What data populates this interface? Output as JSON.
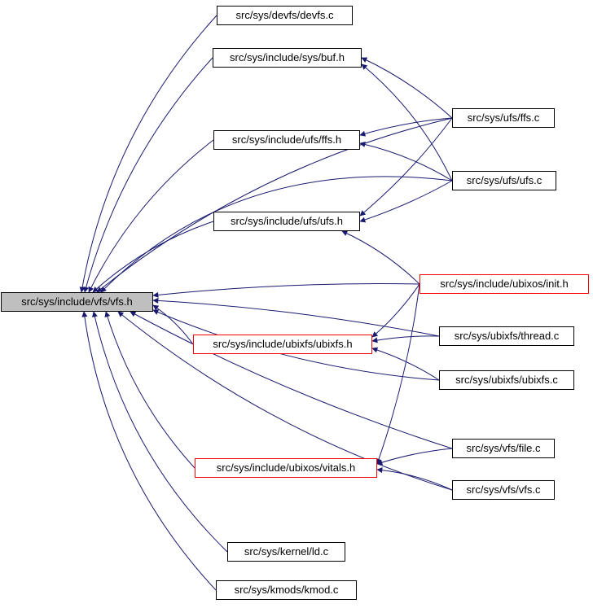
{
  "colors": {
    "background": "#ffffff",
    "edge": "#191970",
    "node_border": "#000000",
    "node_border_highlight": "#ff0000",
    "node_fill": "#ffffff",
    "main_node_fill": "#bfbfbf"
  },
  "nodes": {
    "devfs": {
      "label": "src/sys/devfs/devfs.c"
    },
    "bufh": {
      "label": "src/sys/include/sys/buf.h"
    },
    "ffsc": {
      "label": "src/sys/ufs/ffs.c"
    },
    "ffsh": {
      "label": "src/sys/include/ufs/ffs.h"
    },
    "ufsc": {
      "label": "src/sys/ufs/ufs.c"
    },
    "ufsh": {
      "label": "src/sys/include/ufs/ufs.h"
    },
    "inith": {
      "label": "src/sys/include/ubixos/init.h"
    },
    "vfsh": {
      "label": "src/sys/include/vfs/vfs.h"
    },
    "threadc": {
      "label": "src/sys/ubixfs/thread.c"
    },
    "ubixfsh": {
      "label": "src/sys/include/ubixfs/ubixfs.h"
    },
    "ubixfsc": {
      "label": "src/sys/ubixfs/ubixfs.c"
    },
    "filec": {
      "label": "src/sys/vfs/file.c"
    },
    "vitalsh": {
      "label": "src/sys/include/ubixos/vitals.h"
    },
    "vfsc": {
      "label": "src/sys/vfs/vfs.c"
    },
    "ldc": {
      "label": "src/sys/kernel/ld.c"
    },
    "kmodc": {
      "label": "src/sys/kmods/kmod.c"
    }
  },
  "edges": [
    {
      "from": "devfs",
      "to": "vfsh",
      "s": [
        266,
        19
      ],
      "e": [
        100,
        359
      ],
      "bend": 55
    },
    {
      "from": "bufh",
      "to": "vfsh",
      "s": [
        261,
        71
      ],
      "e": [
        104,
        359
      ],
      "bend": 40
    },
    {
      "from": "ffsh",
      "to": "vfsh",
      "s": [
        262,
        172
      ],
      "e": [
        109,
        359
      ],
      "bend": 28
    },
    {
      "from": "ufsh",
      "to": "vfsh",
      "s": [
        262,
        272
      ],
      "e": [
        114,
        359
      ],
      "bend": 18
    },
    {
      "from": "ffsc",
      "to": "vfsh",
      "s": [
        555,
        145
      ],
      "e": [
        119,
        359
      ],
      "bend": 55
    },
    {
      "from": "ufsc",
      "to": "vfsh",
      "s": [
        555,
        222
      ],
      "e": [
        124,
        359
      ],
      "c": [
        290,
        190
      ]
    },
    {
      "from": "inith",
      "to": "vfsh",
      "s": [
        515,
        349
      ],
      "e": [
        188,
        363
      ],
      "bend": 10
    },
    {
      "from": "threadc",
      "to": "vfsh",
      "s": [
        539,
        413
      ],
      "e": [
        188,
        369
      ],
      "bend": 12
    },
    {
      "from": "ubixfsh",
      "to": "vfsh",
      "s": [
        237,
        423
      ],
      "e": [
        188,
        375
      ],
      "bend": 6
    },
    {
      "from": "ubixfsc",
      "to": "vfsh",
      "s": [
        539,
        467
      ],
      "e": [
        188,
        381
      ],
      "bend": -30
    },
    {
      "from": "filec",
      "to": "vfsh",
      "s": [
        555,
        551
      ],
      "e": [
        160,
        383
      ],
      "bend": -20
    },
    {
      "from": "vfsc",
      "to": "vfsh",
      "s": [
        555,
        602
      ],
      "e": [
        145,
        383
      ],
      "bend": -45
    },
    {
      "from": "vitalsh",
      "to": "vfsh",
      "s": [
        239,
        575
      ],
      "e": [
        130,
        383
      ],
      "bend": -25
    },
    {
      "from": "ldc",
      "to": "vfsh",
      "s": [
        279,
        678
      ],
      "e": [
        115,
        383
      ],
      "bend": -50
    },
    {
      "from": "kmodc",
      "to": "vfsh",
      "s": [
        265,
        725
      ],
      "e": [
        103,
        383
      ],
      "bend": -60
    },
    {
      "from": "ffsc",
      "to": "bufh",
      "s": [
        555,
        145
      ],
      "e": [
        444,
        71
      ],
      "bend": 10
    },
    {
      "from": "ufsc",
      "to": "bufh",
      "s": [
        555,
        222
      ],
      "e": [
        444,
        79
      ],
      "bend": 20
    },
    {
      "from": "ffsc",
      "to": "ffsh",
      "s": [
        555,
        145
      ],
      "e": [
        442,
        166
      ],
      "bend": 6
    },
    {
      "from": "ufsc",
      "to": "ffsh",
      "s": [
        555,
        222
      ],
      "e": [
        442,
        176
      ],
      "bend": 10
    },
    {
      "from": "ffsc",
      "to": "ufsh",
      "s": [
        555,
        145
      ],
      "e": [
        442,
        265
      ],
      "bend": -10
    },
    {
      "from": "ufsc",
      "to": "ufsh",
      "s": [
        555,
        222
      ],
      "e": [
        442,
        272
      ],
      "bend": -6
    },
    {
      "from": "inith",
      "to": "ufsh",
      "s": [
        515,
        349
      ],
      "e": [
        420,
        284
      ],
      "bend": 10
    },
    {
      "from": "inith",
      "to": "ubixfsh",
      "s": [
        515,
        349
      ],
      "e": [
        457,
        414
      ],
      "bend": -6
    },
    {
      "from": "threadc",
      "to": "ubixfsh",
      "s": [
        539,
        413
      ],
      "e": [
        457,
        419
      ],
      "bend": 4
    },
    {
      "from": "ubixfsc",
      "to": "ubixfsh",
      "s": [
        539,
        467
      ],
      "e": [
        457,
        428
      ],
      "bend": 6
    },
    {
      "from": "inith",
      "to": "vitalsh",
      "s": [
        515,
        349
      ],
      "e": [
        463,
        570
      ],
      "bend": -12
    },
    {
      "from": "filec",
      "to": "vitalsh",
      "s": [
        555,
        551
      ],
      "e": [
        463,
        570
      ],
      "bend": 5
    },
    {
      "from": "vfsc",
      "to": "vitalsh",
      "s": [
        555,
        602
      ],
      "e": [
        463,
        577
      ],
      "bend": 8
    }
  ]
}
